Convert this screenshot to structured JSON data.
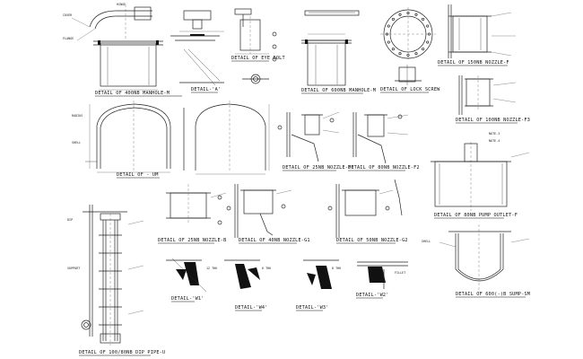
{
  "sheet": {
    "captions": {
      "manhole_400nb": "DETAIL OF 400NB MANHOLE-M",
      "detail_a": "DETAIL-'A'",
      "eye_bolt": "DETAIL OF EYE BOLT",
      "manhole_600nb": "DETAIL OF 600NB MANHOLE-M",
      "lock_screw": "DETAIL OF LOCK SCREW",
      "nozzle_150nb_f": "DETAIL OF 150NB NOZZLE-F",
      "nozzle_100nb_f3": "DETAIL OF 100NB NOZZLE-F3",
      "detail_of_um": "DETAIL OF - UM",
      "nozzle_25nb_f1": "DETAIL OF 25NB NOZZLE-F1",
      "nozzle_80nb_f2": "DETAIL OF 80NB NOZZLE-F2",
      "pump_outlet_80nb": "DETAIL OF 80NB PUMP OUTLET-F",
      "nozzle_25nb_b": "DETAIL OF 25NB NOZZLE-B",
      "nozzle_40nb_g1": "DETAIL OF 40NB NOZZLE-G1",
      "nozzle_50nb_g2": "DETAIL OF 50NB NOZZLE-G2",
      "dip_pipe": "DETAIL OF 100/80NB DIP PIPE-U",
      "detail_w1": "DETAIL-'W1'",
      "detail_w4": "DETAIL-'W4'",
      "detail_w3": "DETAIL-'W3'",
      "detail_w2": "DETAIL-'W2'",
      "sump_600": "DETAIL OF 600(-)B SUMP-SM"
    }
  }
}
